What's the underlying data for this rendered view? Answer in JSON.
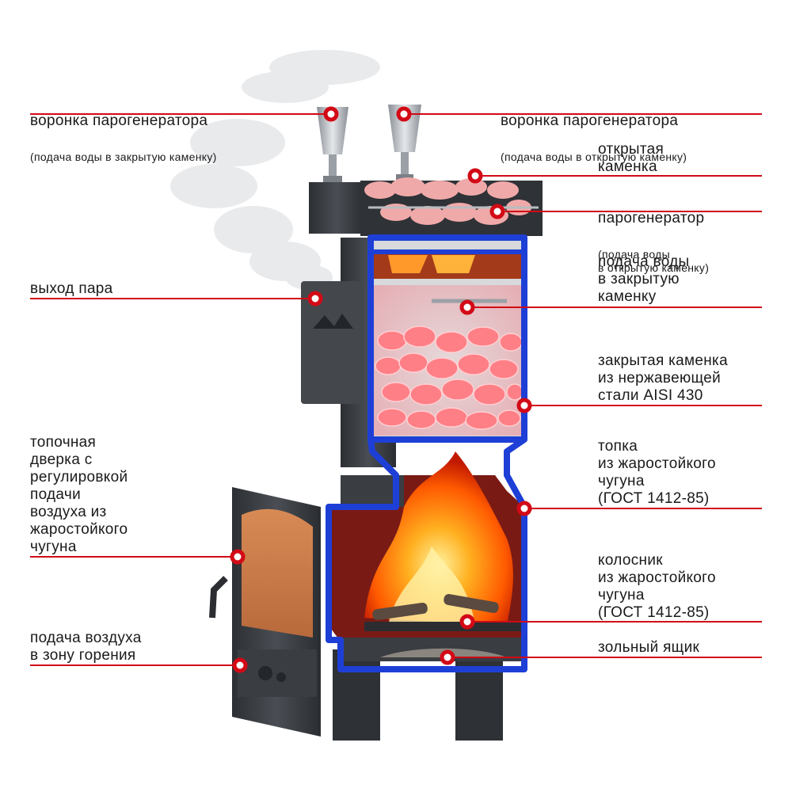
{
  "callouts": {
    "funnel_closed": {
      "title": "воронка парогенератора",
      "note": "(подача воды в закрытую каменку)"
    },
    "funnel_open": {
      "title": "воронка парогенератора",
      "note": "(подача воды в открытую каменку)"
    },
    "open_heater": {
      "title": "открытая\nкаменка"
    },
    "steam_generator": {
      "title": "парогенератор",
      "note": "(подача воды\nв открытую каменку)"
    },
    "steam_outlet": {
      "title": "выход пара"
    },
    "water_closed": {
      "title": "подача воды\nв закрытую\nкаменку"
    },
    "closed_heater": {
      "title": "закрытая каменка\nиз нержавеющей\nстали AISI 430"
    },
    "firebox_door": {
      "title": "топочная\nдверка с\nрегулировкой\nподачи\nвоздуха из\nжаростойкого\nчугуна"
    },
    "firebox": {
      "title": "топка\nиз жаростойкого\nчугуна\n(ГОСТ 1412-85)"
    },
    "grate": {
      "title": "колосник\nиз жаростойкого\nчугуна\n(ГОСТ 1412-85)"
    },
    "air_supply": {
      "title": "подача воздуха\nв зону горения"
    },
    "ash_box": {
      "title": "зольный ящик"
    }
  },
  "colors": {
    "leader": "#d20a16",
    "marker": "#d20a16",
    "cutaway": "#1e3fd6",
    "iron": "#3a3d42",
    "stone": "#ff8a8a",
    "fire": "#ff8c1a"
  }
}
